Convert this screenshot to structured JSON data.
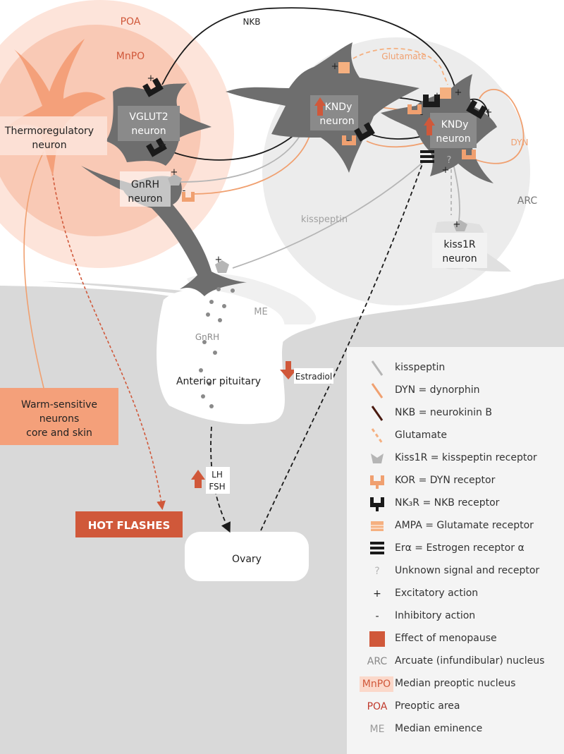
{
  "regions": {
    "poa": "POA",
    "mnpo": "MnPO",
    "arc": "ARC",
    "me": "ME"
  },
  "neurons": {
    "thermo_line1": "Thermoregulatory",
    "thermo_line2": "neuron",
    "vglut2_line1": "VGLUT2",
    "vglut2_line2": "neuron",
    "gnrh_line1": "GnRH",
    "gnrh_line2": "neuron",
    "kndy1_line1": "KNDy",
    "kndy1_line2": "neuron",
    "kndy2_line1": "KNDy",
    "kndy2_line2": "neuron",
    "kiss1r_line1": "kiss1R",
    "kiss1r_line2": "neuron"
  },
  "signals": {
    "nkb": "NKB",
    "glutamate": "Glutamate",
    "dyn": "DYN",
    "kisspeptin": "kisspeptin",
    "gnrh": "GnRH",
    "estradiol": "Estradiol",
    "lh": "LH",
    "fsh": "FSH",
    "unknown": "?"
  },
  "actions": {
    "plus": "+",
    "minus": "-"
  },
  "boxes": {
    "anterior_pituitary": "Anterior pituitary",
    "ovary": "Ovary",
    "warm_line1": "Warm-sensitive",
    "warm_line2": "neurons",
    "warm_line3": "core and skin",
    "hot_flashes": "HOT FLASHES"
  },
  "legend": [
    {
      "icon": "kisspeptin-line-icon",
      "text": "kisspeptin"
    },
    {
      "icon": "dynorphin-line-icon",
      "text": "DYN = dynorphin"
    },
    {
      "icon": "neurokinin-line-icon",
      "text": "NKB = neurokinin B"
    },
    {
      "icon": "glutamate-line-icon",
      "text": "Glutamate"
    },
    {
      "icon": "kiss1r-receptor-icon",
      "text": "Kiss1R = kisspeptin receptor"
    },
    {
      "icon": "kor-receptor-icon",
      "text": "KOR = DYN receptor"
    },
    {
      "icon": "nk3r-receptor-icon",
      "text": "NK₃R = NKB receptor"
    },
    {
      "icon": "ampa-receptor-icon",
      "text": "AMPA = Glutamate receptor"
    },
    {
      "icon": "er-alpha-receptor-icon",
      "text": "Erα = Estrogen receptor α"
    },
    {
      "icon": "unknown-signal-icon",
      "symbol": "?",
      "text": "Unknown signal and receptor"
    },
    {
      "icon": "excitatory-icon",
      "symbol": "+",
      "text": "Excitatory action"
    },
    {
      "icon": "inhibitory-icon",
      "symbol": "-",
      "text": "Inhibitory action"
    },
    {
      "icon": "menopause-effect-icon",
      "text": "Effect of menopause"
    },
    {
      "icon": "arc-abbrev",
      "symbol": "ARC",
      "text": "Arcuate  (infundibular) nucleus"
    },
    {
      "icon": "mnpo-abbrev",
      "symbol": "MnPO",
      "text": "Median preoptic nucleus"
    },
    {
      "icon": "poa-abbrev",
      "symbol": "POA",
      "text": "Preoptic area"
    },
    {
      "icon": "me-abbrev",
      "symbol": "ME",
      "text": "Median eminence"
    }
  ],
  "colors": {
    "kisspeptin": "#b5b5b5",
    "dynorphin": "#f0a070",
    "nkb": "#1a1a1a",
    "glutamate": "#f5b080",
    "menopause": "#d0583a",
    "poa": "#fde4da",
    "mnpo": "#f9c9b5",
    "warm_box": "#f4a07a",
    "neuron": "#6e6e6e",
    "arc": "#ececec",
    "base": "#d9d9d9"
  }
}
